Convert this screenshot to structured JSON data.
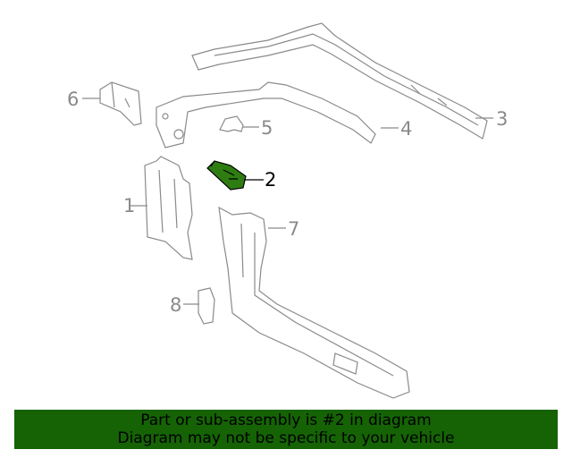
{
  "callouts": [
    "1",
    "2",
    "3",
    "4",
    "5",
    "6",
    "7",
    "8"
  ],
  "selected_part": "2",
  "colors": {
    "banner": "#156305",
    "highlight": "#2f7d12",
    "line": "#8a8a8a"
  },
  "banner": {
    "line1": "Part or sub-assembly is #2 in diagram",
    "line2": "Diagram may not be specific to your vehicle"
  }
}
